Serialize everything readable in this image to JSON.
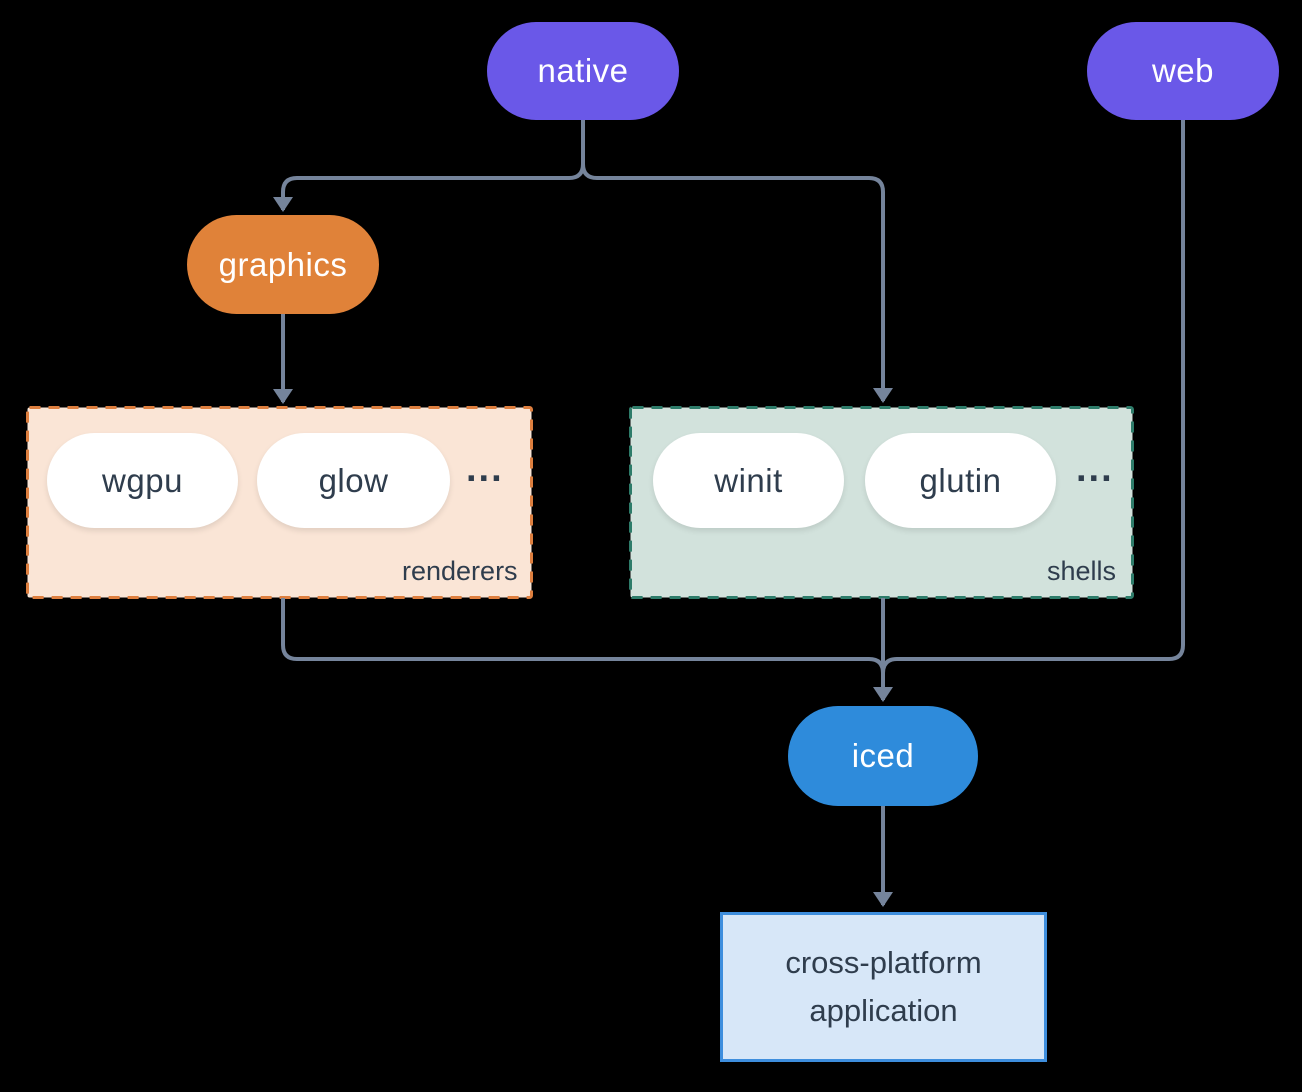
{
  "colors": {
    "background": "#000000",
    "node_purple": "#6A58E8",
    "node_orange": "#E08239",
    "node_blue": "#2E8BDB",
    "white_pill": "#FFFFFF",
    "dark_text": "#2F3D4D",
    "line": "#75849B",
    "renderers_fill": "#FAE5D6",
    "renderers_border": "#DE7F3F",
    "shells_fill": "#D2E2DC",
    "shells_border": "#2E7C6A",
    "app_fill": "#D7E7F8",
    "app_border": "#3E8EDD"
  },
  "nodes": {
    "native": {
      "label": "native"
    },
    "web": {
      "label": "web"
    },
    "graphics": {
      "label": "graphics"
    },
    "iced": {
      "label": "iced"
    },
    "app": {
      "label_line1": "cross-platform",
      "label_line2": "application"
    }
  },
  "groups": {
    "renderers": {
      "label": "renderers",
      "items": [
        "wgpu",
        "glow"
      ],
      "ellipsis": "..."
    },
    "shells": {
      "label": "shells",
      "items": [
        "winit",
        "glutin"
      ],
      "ellipsis": "..."
    }
  }
}
